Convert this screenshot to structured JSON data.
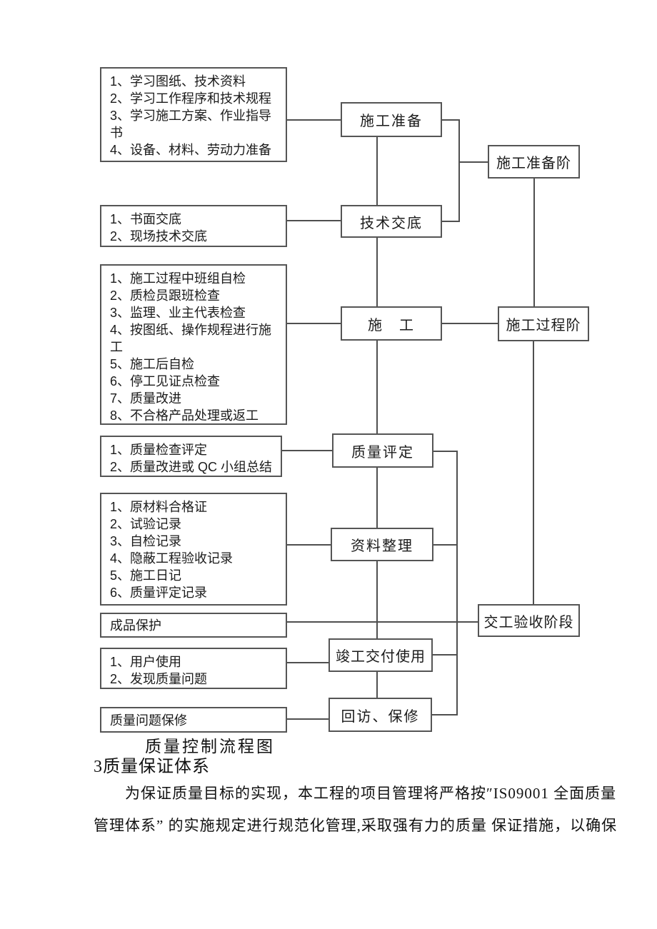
{
  "flowchart": {
    "caption": "质量控制流程图",
    "left_boxes": [
      {
        "items": [
          "1、学习图纸、技术资料",
          "2、学习工作程序和技术规程",
          "3、学习施工方案、作业指导书",
          "4、设备、材料、劳动力准备"
        ]
      },
      {
        "items": [
          "1、书面交底",
          "2、现场技术交底"
        ]
      },
      {
        "items": [
          "1、施工过程中班组自检",
          "2、质检员跟班检查",
          "3、监理、业主代表检查",
          "4、按图纸、操作规程进行施工",
          "5、施工后自检",
          "6、停工见证点检查",
          "7、质量改进",
          "8、不合格产品处理或返工"
        ]
      },
      {
        "items": [
          "1、质量检查评定",
          "2、质量改进或 QC 小组总结"
        ]
      },
      {
        "items": [
          "1、原材料合格证",
          "2、试验记录",
          "3、自检记录",
          "4、隐蔽工程验收记录",
          "5、施工日记",
          "6、质量评定记录"
        ]
      },
      {
        "items": [
          "成品保护"
        ]
      },
      {
        "items": [
          "1、用户使用",
          "2、发现质量问题"
        ]
      },
      {
        "items": [
          "质量问题保修"
        ]
      }
    ],
    "process_boxes": [
      "施工准备",
      "技术交底",
      "施　工",
      "质量评定",
      "资料整理",
      "竣工交付使用",
      "回访、保修"
    ],
    "stage_boxes": [
      "施工准备阶",
      "施工过程阶",
      "交工验收阶段"
    ]
  },
  "document": {
    "heading": "3质量保证体系",
    "paragraph_lines": [
      "为保证质量目标的实现，本工程的项目管理将严格按″IS09001  全面质量",
      "管理体系” 的实施规定进行规范化管理,采取强有力的质量  保证措施，以确保"
    ]
  },
  "colors": {
    "line": "#4f4f4f",
    "border": "#555555",
    "text": "#1a1a1a"
  }
}
